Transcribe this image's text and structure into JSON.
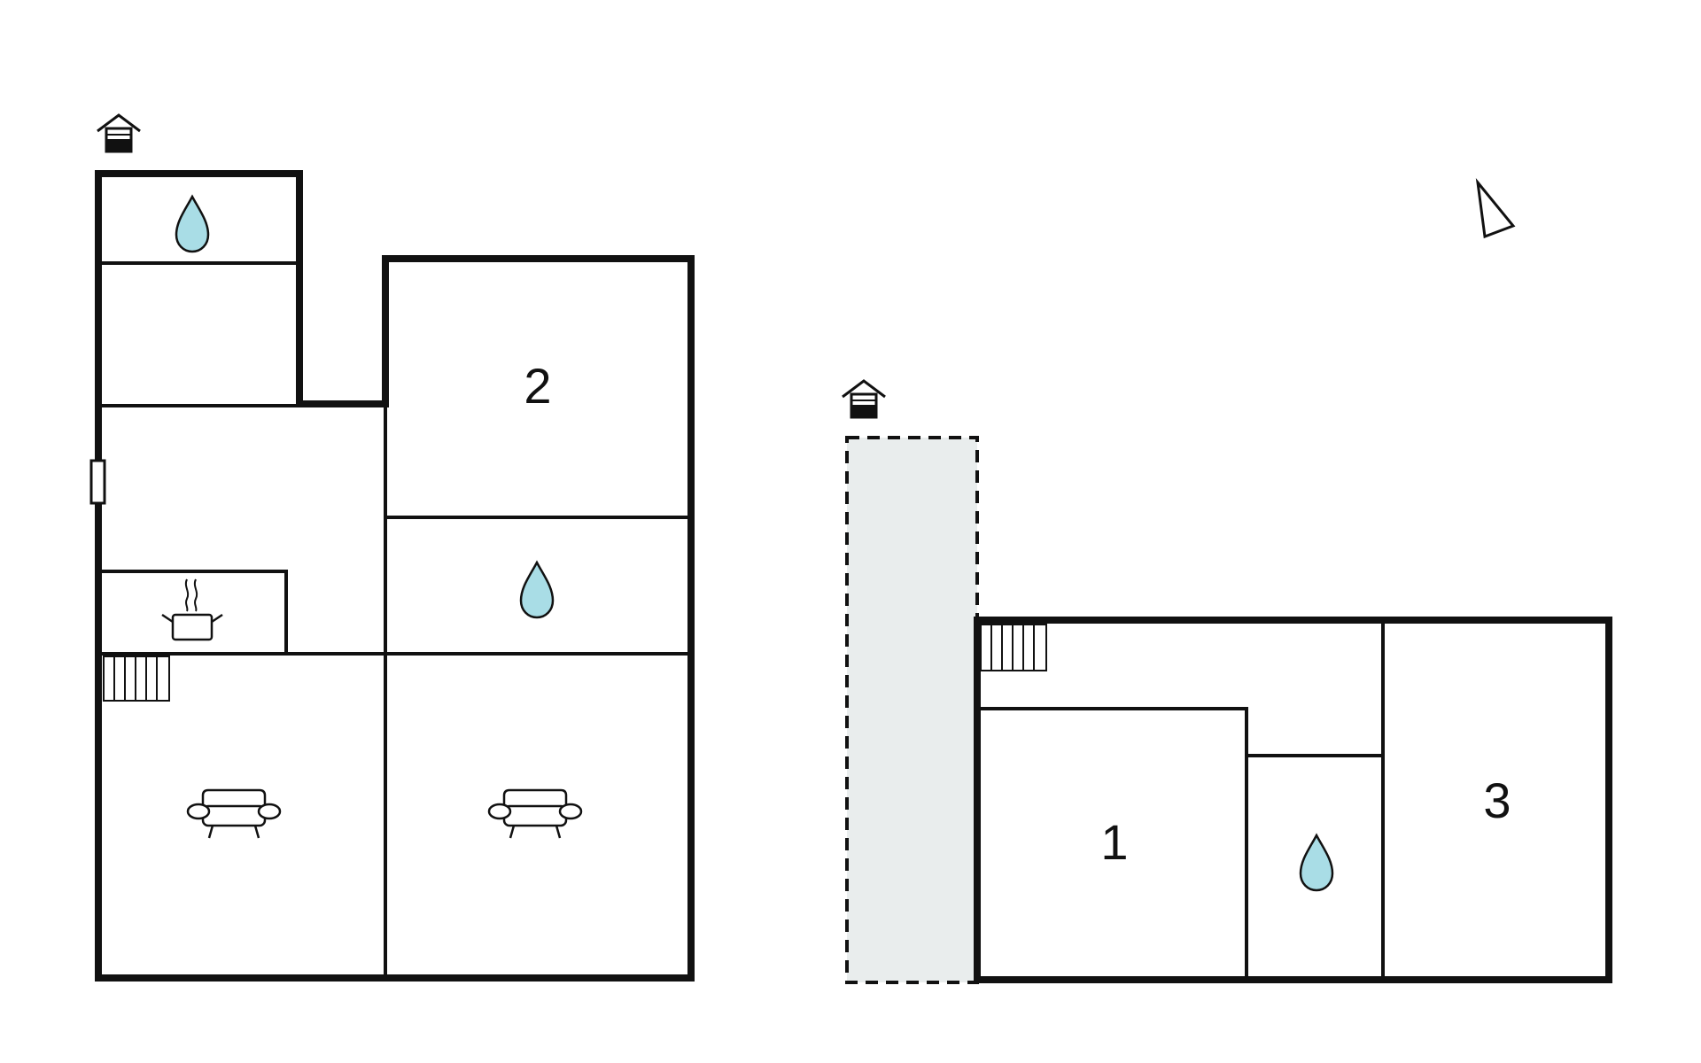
{
  "colors": {
    "background": "#ffffff",
    "wall": "#111111",
    "water_drop": "#a9dde6",
    "terrace_fill": "#e9eded"
  },
  "plans": [
    {
      "rooms": [
        {
          "label": "2",
          "icon": null
        },
        {
          "label": "",
          "icon": "water-drop-icon"
        },
        {
          "label": "",
          "icon": "water-drop-icon"
        },
        {
          "label": "",
          "icon": "cooking-pot-icon"
        },
        {
          "label": "",
          "icon": "sofa-icon"
        },
        {
          "label": "",
          "icon": "sofa-icon"
        }
      ],
      "entrance_icon": "house-entrance-icon",
      "stairs_icon": "stairs-icon"
    },
    {
      "rooms": [
        {
          "label": "1",
          "icon": null
        },
        {
          "label": "3",
          "icon": null
        },
        {
          "label": "",
          "icon": "water-drop-icon"
        }
      ],
      "entrance_icon": "house-entrance-icon",
      "stairs_icon": "stairs-icon",
      "terrace": "dashed-outline-area"
    }
  ],
  "compass_icon": "north-arrow-icon"
}
